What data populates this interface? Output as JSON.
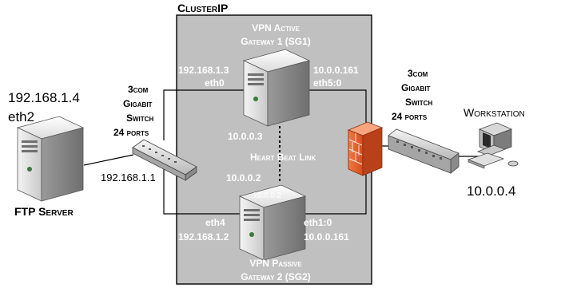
{
  "cluster": {
    "title": "ClusterIP"
  },
  "gateway_active": {
    "label_line1": "VPN Active",
    "label_line2": "Gateway 1 (SG1)",
    "ip_left": "192.168.1.3",
    "if_left": "eth0",
    "ip_right": "10.0.0.161",
    "if_right": "eth5:0",
    "ip_bottom": "10.0.0.3"
  },
  "gateway_passive": {
    "label_line1": "VPN Passive",
    "label_line2": "Gateway 2 (SG2)",
    "ip_top": "10.0.0.2",
    "overlay": "10.0.0.2",
    "if_left": "eth4",
    "ip_left": "192.168.1.2",
    "if_right": "eth1:0",
    "ip_right": "10.0.0.161"
  },
  "heartbeat": {
    "label": "Heart Beat Link"
  },
  "ftp_server": {
    "ip": "192.168.1.4",
    "iface": "eth2",
    "label": "FTP Server"
  },
  "switch_left": {
    "line1": "3com",
    "line2": "Gigabit",
    "line3": "Switch",
    "line4": "24 ports",
    "ip": "192.168.1.1"
  },
  "switch_right": {
    "line1": "3com",
    "line2": "Gigabit",
    "line3": "Switch",
    "line4": "24 ports"
  },
  "workstation": {
    "label": "Workstation",
    "ip": "10.0.0.4"
  },
  "colors": {
    "cluster_fill": "#c0c0c0",
    "firewall": "#e8602c",
    "line": "#000000",
    "label_white": "#ffffff"
  }
}
